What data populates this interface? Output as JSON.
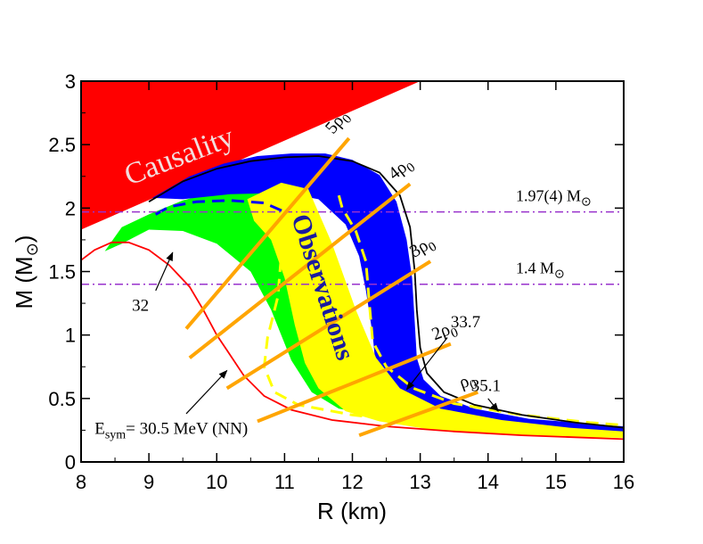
{
  "chart_data": {
    "type": "line",
    "title": "",
    "xlabel": "R (km)",
    "ylabel_main": "M (M",
    "ylabel_sub": "⊙",
    "ylabel_tail": ")",
    "xlim": [
      8,
      16
    ],
    "ylim": [
      0,
      3
    ],
    "xticks": [
      "8",
      "9",
      "10",
      "11",
      "12",
      "13",
      "14",
      "15",
      "16"
    ],
    "yticks": [
      "0",
      "0.5",
      "1",
      "1.5",
      "2",
      "2.5",
      "3"
    ],
    "grid": false,
    "colors": {
      "causality": "#ff0000",
      "green_band": "#00ff00",
      "blue_band": "#0000ff",
      "observations": "#ffff00",
      "density_lines": "#ffa500",
      "reference_lines": "#9932cc",
      "red_curve": "#ff0000",
      "black_curve": "#000000",
      "dashed_blue": "#0000ff",
      "dashed_yellow": "#ffff00"
    },
    "causality_region": {
      "label": "Causality",
      "points": [
        [
          8,
          1.83
        ],
        [
          13,
          3
        ],
        [
          8,
          3
        ]
      ]
    },
    "reference_lines": [
      {
        "mass": 1.97,
        "label_main": "1.97(4) M",
        "label_sub": "⊙"
      },
      {
        "mass": 1.4,
        "label_main": "1.4 M",
        "label_sub": "⊙"
      }
    ],
    "green_band": {
      "upper": [
        [
          8.35,
          1.66
        ],
        [
          8.6,
          1.85
        ],
        [
          9.0,
          1.95
        ],
        [
          9.5,
          2.06
        ],
        [
          10.0,
          2.13
        ],
        [
          10.5,
          2.15
        ],
        [
          11.0,
          2.12
        ],
        [
          11.3,
          1.95
        ],
        [
          11.55,
          1.6
        ],
        [
          11.8,
          1.25
        ],
        [
          12.05,
          0.93
        ],
        [
          12.3,
          0.72
        ],
        [
          12.9,
          0.5
        ],
        [
          13.5,
          0.4
        ],
        [
          14.5,
          0.32
        ],
        [
          16,
          0.26
        ]
      ],
      "lower": [
        [
          16,
          0.21
        ],
        [
          14.5,
          0.25
        ],
        [
          13.5,
          0.29
        ],
        [
          12.5,
          0.35
        ],
        [
          11.8,
          0.42
        ],
        [
          11.4,
          0.55
        ],
        [
          11.1,
          0.8
        ],
        [
          10.8,
          1.2
        ],
        [
          10.5,
          1.5
        ],
        [
          10.0,
          1.72
        ],
        [
          9.5,
          1.82
        ],
        [
          9.0,
          1.83
        ],
        [
          8.6,
          1.72
        ]
      ]
    },
    "blue_band": {
      "upper": [
        [
          9.05,
          2.08
        ],
        [
          9.6,
          2.25
        ],
        [
          10.1,
          2.35
        ],
        [
          10.6,
          2.41
        ],
        [
          11.1,
          2.43
        ],
        [
          11.6,
          2.43
        ],
        [
          12.0,
          2.38
        ],
        [
          12.4,
          2.26
        ],
        [
          12.65,
          2.05
        ],
        [
          12.8,
          1.75
        ],
        [
          12.88,
          1.45
        ],
        [
          12.92,
          1.1
        ],
        [
          12.95,
          0.82
        ],
        [
          13.05,
          0.65
        ],
        [
          13.3,
          0.52
        ],
        [
          13.8,
          0.42
        ],
        [
          14.6,
          0.34
        ],
        [
          16,
          0.28
        ]
      ],
      "lower": [
        [
          16,
          0.23
        ],
        [
          14.5,
          0.28
        ],
        [
          13.5,
          0.33
        ],
        [
          12.8,
          0.4
        ],
        [
          12.45,
          0.5
        ],
        [
          12.35,
          0.72
        ],
        [
          12.3,
          1.0
        ],
        [
          12.2,
          1.35
        ],
        [
          12.1,
          1.62
        ],
        [
          11.9,
          1.87
        ],
        [
          11.5,
          2.07
        ],
        [
          11.0,
          2.12
        ],
        [
          10.2,
          2.11
        ],
        [
          9.5,
          2.07
        ]
      ]
    },
    "observations_band": {
      "label": "Observations",
      "points": [
        [
          10.45,
          2.07
        ],
        [
          10.95,
          2.2
        ],
        [
          11.35,
          2.15
        ],
        [
          11.7,
          1.72
        ],
        [
          12.05,
          1.2
        ],
        [
          12.35,
          0.82
        ],
        [
          12.7,
          0.58
        ],
        [
          13.3,
          0.42
        ],
        [
          14.2,
          0.33
        ],
        [
          15.2,
          0.27
        ],
        [
          16,
          0.24
        ],
        [
          16,
          0.19
        ],
        [
          15,
          0.2
        ],
        [
          14,
          0.22
        ],
        [
          13.1,
          0.26
        ],
        [
          12.4,
          0.32
        ],
        [
          11.9,
          0.4
        ],
        [
          11.5,
          0.58
        ],
        [
          11.3,
          0.78
        ],
        [
          11.15,
          1.08
        ],
        [
          11.0,
          1.45
        ],
        [
          10.8,
          1.75
        ],
        [
          10.55,
          1.9
        ]
      ]
    },
    "curves": [
      {
        "name": "black",
        "label": "35.1",
        "points": [
          [
            9.0,
            2.05
          ],
          [
            9.5,
            2.21
          ],
          [
            10.0,
            2.31
          ],
          [
            10.5,
            2.37
          ],
          [
            11.0,
            2.4
          ],
          [
            11.5,
            2.41
          ],
          [
            12.0,
            2.37
          ],
          [
            12.4,
            2.28
          ],
          [
            12.7,
            2.1
          ],
          [
            12.85,
            1.85
          ],
          [
            12.92,
            1.5
          ],
          [
            12.95,
            1.2
          ],
          [
            13.0,
            0.9
          ],
          [
            13.1,
            0.7
          ],
          [
            13.35,
            0.55
          ],
          [
            13.8,
            0.45
          ],
          [
            14.5,
            0.37
          ],
          [
            15.3,
            0.31
          ],
          [
            16,
            0.27
          ]
        ]
      },
      {
        "name": "red",
        "label": "E_sym= 30.5 MeV (NN)",
        "points": [
          [
            8.0,
            1.59
          ],
          [
            8.2,
            1.67
          ],
          [
            8.45,
            1.73
          ],
          [
            8.7,
            1.73
          ],
          [
            9.0,
            1.67
          ],
          [
            9.3,
            1.55
          ],
          [
            9.6,
            1.38
          ],
          [
            9.8,
            1.2
          ],
          [
            10.0,
            1.0
          ],
          [
            10.2,
            0.84
          ],
          [
            10.4,
            0.68
          ],
          [
            10.7,
            0.52
          ],
          [
            11.1,
            0.41
          ],
          [
            11.7,
            0.33
          ],
          [
            12.5,
            0.28
          ],
          [
            13.5,
            0.24
          ],
          [
            14.5,
            0.21
          ],
          [
            16,
            0.18
          ]
        ]
      }
    ],
    "dashed_curves": [
      {
        "name": "blue-dashed",
        "points": [
          [
            9.1,
            1.95
          ],
          [
            9.3,
            2.01
          ],
          [
            9.7,
            2.05
          ],
          [
            10.2,
            2.06
          ],
          [
            10.7,
            2.04
          ],
          [
            11.0,
            1.97
          ]
        ]
      },
      {
        "name": "yellow-dashed-left",
        "points": [
          [
            10.85,
            1.9
          ],
          [
            10.95,
            1.62
          ],
          [
            10.9,
            1.3
          ],
          [
            10.75,
            0.98
          ],
          [
            10.7,
            0.75
          ],
          [
            10.85,
            0.55
          ],
          [
            11.2,
            0.45
          ],
          [
            12.0,
            0.37
          ],
          [
            13.0,
            0.31
          ],
          [
            14.0,
            0.27
          ],
          [
            15.0,
            0.24
          ],
          [
            16.0,
            0.22
          ]
        ]
      },
      {
        "name": "yellow-dashed-right",
        "points": [
          [
            11.8,
            2.1
          ],
          [
            11.85,
            2.0
          ],
          [
            12.05,
            1.82
          ],
          [
            12.2,
            1.58
          ],
          [
            12.25,
            1.25
          ],
          [
            12.3,
            0.95
          ],
          [
            12.5,
            0.75
          ],
          [
            12.9,
            0.58
          ],
          [
            13.5,
            0.46
          ],
          [
            14.5,
            0.37
          ],
          [
            15.5,
            0.31
          ],
          [
            16.0,
            0.29
          ]
        ]
      }
    ],
    "density_lines": [
      {
        "label_main": "5ρ",
        "label_sub": "0",
        "from": [
          9.55,
          1.05
        ],
        "to": [
          11.95,
          2.55
        ]
      },
      {
        "label_main": "4ρ",
        "label_sub": "0",
        "from": [
          9.6,
          0.82
        ],
        "to": [
          12.85,
          2.19
        ]
      },
      {
        "label_main": "3ρ",
        "label_sub": "0",
        "from": [
          10.15,
          0.58
        ],
        "to": [
          13.15,
          1.58
        ]
      },
      {
        "label_main": "2ρ",
        "label_sub": "0",
        "from": [
          10.6,
          0.32
        ],
        "to": [
          13.45,
          0.93
        ]
      },
      {
        "label_main": "ρ",
        "label_sub": "0",
        "from": [
          12.1,
          0.21
        ],
        "to": [
          13.85,
          0.55
        ]
      }
    ],
    "annotations": [
      {
        "text": "32",
        "text_at": [
          8.75,
          1.19
        ],
        "arrow_from": [
          9.1,
          1.35
        ],
        "arrow_to": [
          9.35,
          1.65
        ]
      },
      {
        "text": "33.7",
        "text_at": [
          13.45,
          1.06
        ],
        "arrow_from": [
          13.4,
          0.98
        ],
        "arrow_to": [
          12.8,
          0.57
        ]
      },
      {
        "text": "35.1",
        "text_at": [
          13.75,
          0.56
        ],
        "arrow_from": [
          14.0,
          0.5
        ],
        "arrow_to": [
          14.15,
          0.4
        ]
      },
      {
        "text": "E_sym= 30.5 MeV (NN)",
        "text_at": [
          8.2,
          0.22
        ],
        "arrow_from": [
          9.55,
          0.38
        ],
        "arrow_to": [
          10.15,
          0.72
        ]
      }
    ]
  }
}
